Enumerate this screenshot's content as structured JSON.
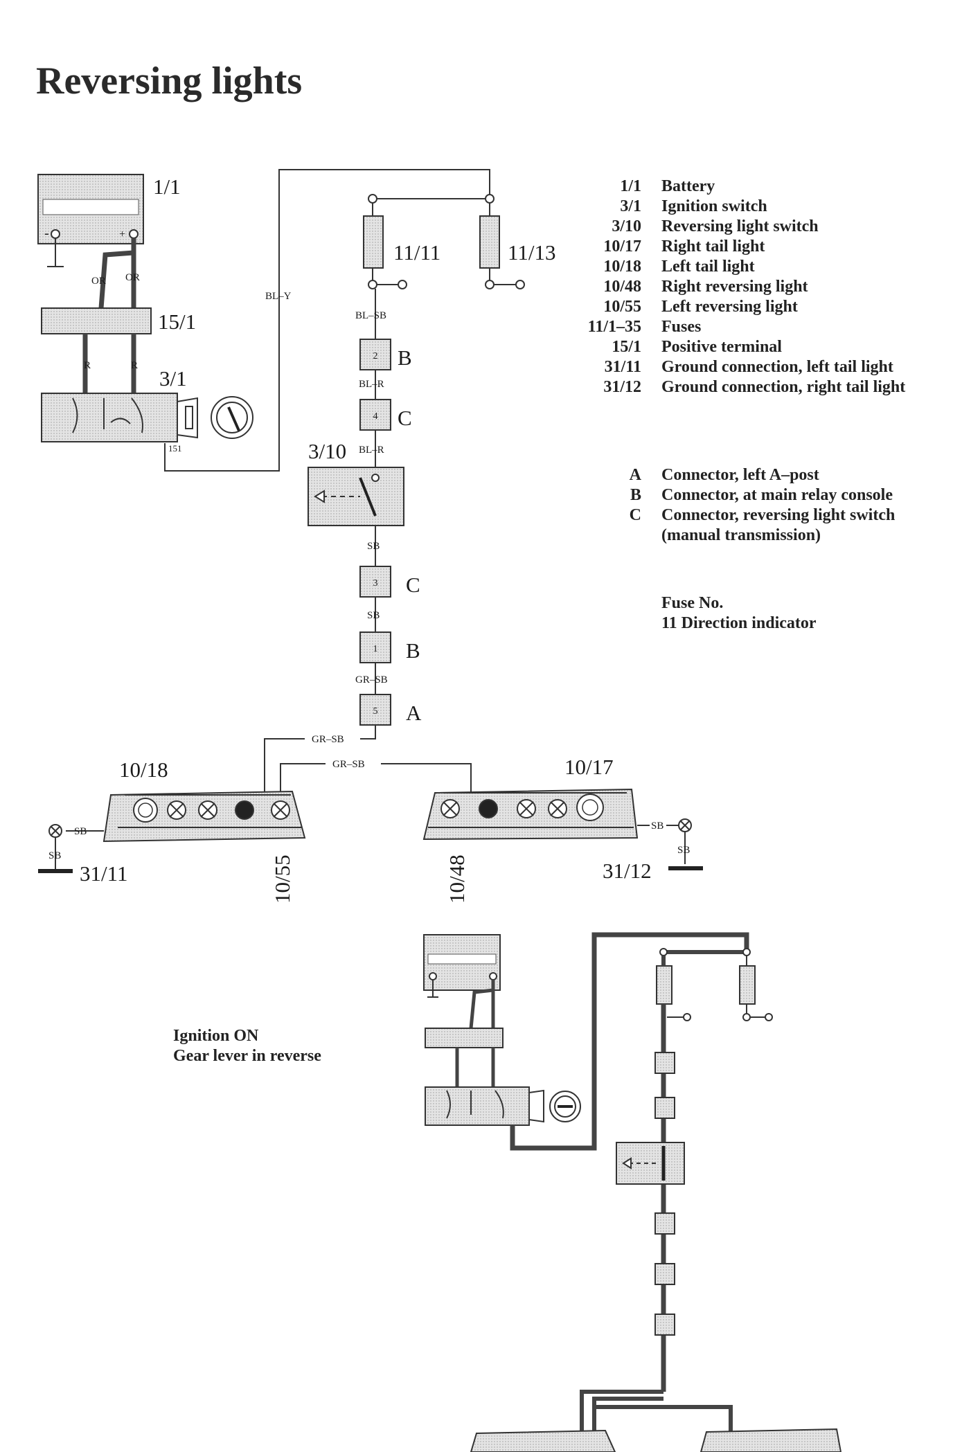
{
  "title": "Reversing lights",
  "legend": [
    {
      "code": "1/1",
      "text": "Battery"
    },
    {
      "code": "3/1",
      "text": "Ignition switch"
    },
    {
      "code": "3/10",
      "text": "Reversing light switch"
    },
    {
      "code": "10/17",
      "text": "Right tail light"
    },
    {
      "code": "10/18",
      "text": "Left tail light"
    },
    {
      "code": "10/48",
      "text": "Right reversing light"
    },
    {
      "code": "10/55",
      "text": "Left reversing light"
    },
    {
      "code": "11/1–35",
      "text": "Fuses"
    },
    {
      "code": "15/1",
      "text": "Positive terminal"
    },
    {
      "code": "31/11",
      "text": "Ground connection, left tail light"
    },
    {
      "code": "31/12",
      "text": "Ground connection, right tail light"
    }
  ],
  "connectors": [
    {
      "code": "A",
      "text": "Connector, left A–post"
    },
    {
      "code": "B",
      "text": "Connector, at main relay console"
    },
    {
      "code": "C",
      "text": "Connector, reversing light switch"
    },
    {
      "code": "",
      "text": "(manual transmission)"
    }
  ],
  "fuse_note": {
    "heading": "Fuse No.",
    "text": "11 Direction indicator"
  },
  "state_note": {
    "line1": "Ignition ON",
    "line2": "Gear lever in reverse"
  },
  "components": {
    "battery": "1/1",
    "positive_terminal": "15/1",
    "ignition_switch": "3/1",
    "fuse_11": "11/11",
    "fuse_13": "11/13",
    "reversing_switch": "3/10",
    "left_tail": "10/18",
    "right_tail": "10/17",
    "left_reversing": "10/55",
    "right_reversing": "10/48",
    "ground_left": "31/11",
    "ground_right": "31/12"
  },
  "terminals": {
    "battery_neg": "-",
    "battery_pos": "+",
    "ignition_terminal": "151"
  },
  "wires": {
    "or1": "OR",
    "or2": "OR",
    "r1": "R",
    "r2": "R",
    "bl_y": "BL–Y",
    "bl_sb": "BL–SB",
    "bl_r1": "BL–R",
    "bl_r2": "BL–R",
    "sb1": "SB",
    "sb2": "SB",
    "gr_sb1": "GR–SB",
    "gr_sb2": "GR–SB",
    "gr_sb3": "GR–SB",
    "sb_left": "SB",
    "sb_left_gnd": "SB",
    "sb_right": "SB",
    "sb_right_gnd": "SB"
  },
  "connector_blocks": [
    {
      "pin": "2",
      "letter": "B"
    },
    {
      "pin": "4",
      "letter": "C"
    },
    {
      "pin": "3",
      "letter": "C"
    },
    {
      "pin": "1",
      "letter": "B"
    },
    {
      "pin": "5",
      "letter": "A"
    }
  ]
}
